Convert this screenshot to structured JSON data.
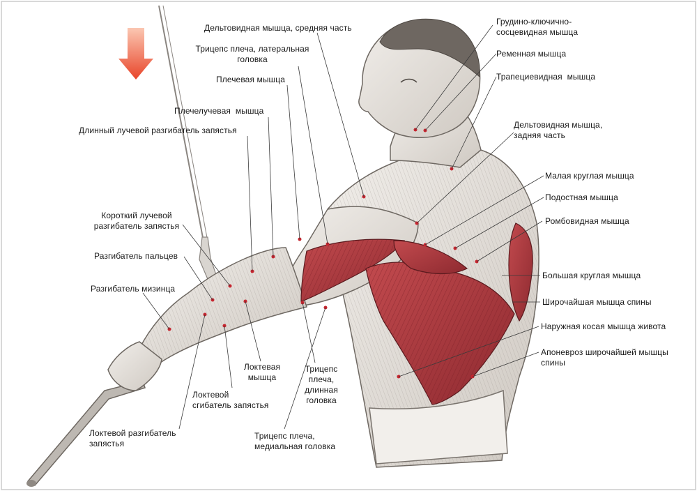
{
  "labels": {
    "deltoid_middle": "Дельтовидная мышца, средняя часть",
    "triceps_lateral": "Трицепс плеча, латеральная\nголовка",
    "brachialis": "Плечевая мышца",
    "brachioradialis": "Плечелучевая  мышца",
    "ext_carpi_radialis_longus": "Длинный лучевой разгибатель запястья",
    "ext_carpi_radialis_brevis": "Короткий лучевой\nразгибатель запястья",
    "ext_digitorum": "Разгибатель пальцев",
    "ext_digiti_minimi": "Разгибатель мизинца",
    "anconeus": "Локтевая\nмышца",
    "flexor_carpi_ulnaris": "Локтевой\nсгибатель запястья",
    "ext_carpi_ulnaris": "Локтевой разгибатель\nзапястья",
    "triceps_long": "Трицепс\nплеча,\nдлинная\nголовка",
    "triceps_medial": "Трицепс плеча,\nмедиальная головка",
    "sternocleidomastoid": "Грудино-ключично-\nсосцевидная мышца",
    "splenius": "Ременная мышца",
    "trapezius": "Трапециевидная  мышца",
    "deltoid_posterior": "Дельтовидная мышца,\nзадняя часть",
    "teres_minor": "Малая круглая мышца",
    "infraspinatus": "Подостная мышца",
    "rhomboid": "Ромбовидная мышца",
    "teres_major": "Большая круглая мышца",
    "latissimus": "Широчайшая мышца спины",
    "external_oblique": "Наружная косая мышца живота",
    "latissimus_aponeurosis": "Апоневроз широчайшей мышцы\nспины"
  },
  "colors": {
    "highlight_muscle": "#a8333a",
    "skin": "#e6e2dd",
    "arrow": "#e8452a"
  },
  "icons": {
    "arrow": "down-arrow-icon"
  }
}
